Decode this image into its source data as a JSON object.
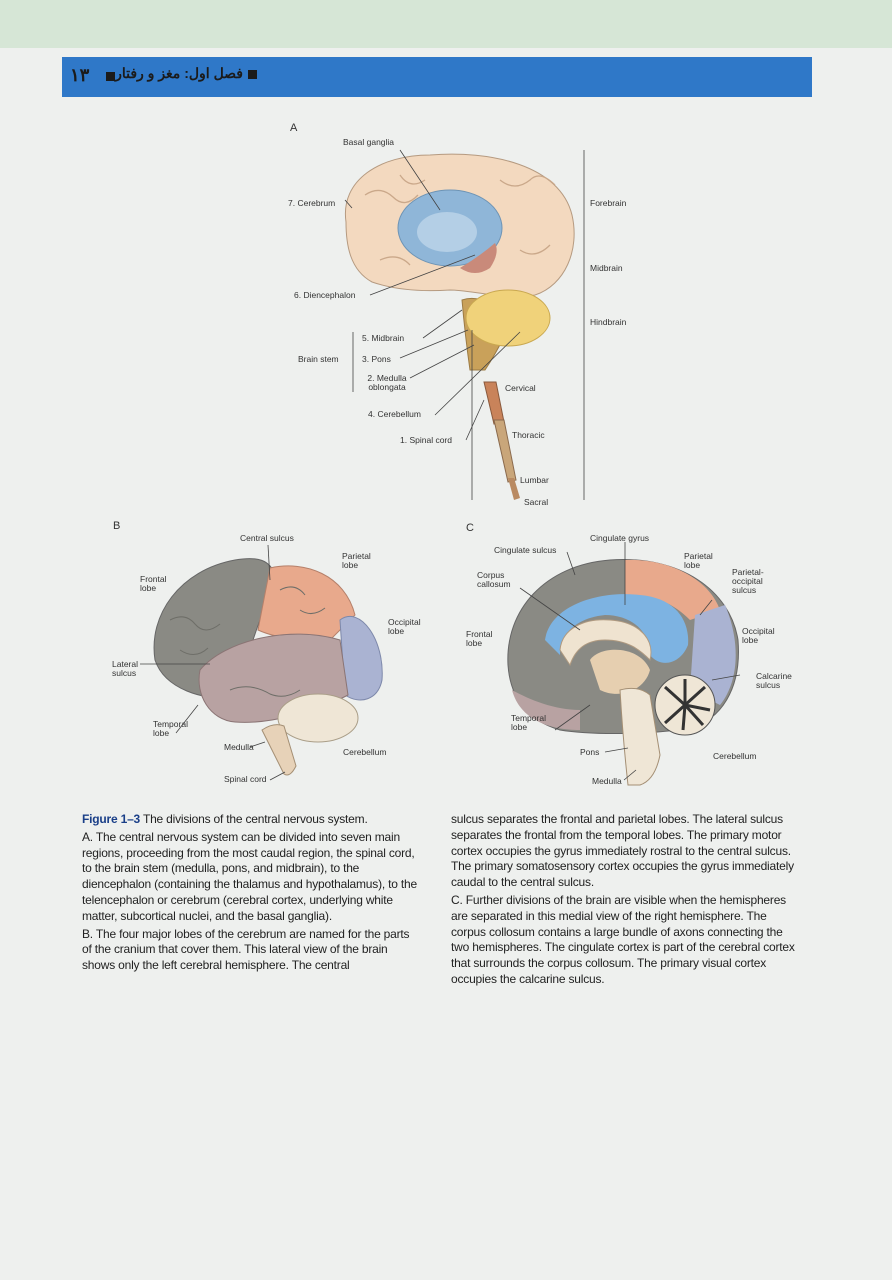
{
  "header": {
    "chapter_title": "فصل اول: مغز و رفتار",
    "page_number": "۱۳"
  },
  "figure": {
    "panel_a": {
      "letter": "A",
      "labels": {
        "basal_ganglia": "Basal ganglia",
        "cerebrum": "7. Cerebrum",
        "diencephalon": "6. Diencephalon",
        "brain_stem": "Brain stem",
        "midbrain": "5. Midbrain",
        "pons": "3. Pons",
        "medulla": "2. Medulla oblongata",
        "cerebellum": "4. Cerebellum",
        "spinal_cord": "1. Spinal cord",
        "forebrain": "Forebrain",
        "midbrain_r": "Midbrain",
        "hindbrain": "Hindbrain",
        "cervical": "Cervical",
        "thoracic": "Thoracic",
        "lumbar": "Lumbar",
        "sacral": "Sacral"
      }
    },
    "panel_b": {
      "letter": "B",
      "labels": {
        "central_sulcus": "Central sulcus",
        "parietal_lobe": "Parietal lobe",
        "frontal_lobe": "Frontal lobe",
        "occipital_lobe": "Occipital lobe",
        "lateral_sulcus": "Lateral sulcus",
        "temporal_lobe": "Temporal lobe",
        "medulla": "Medulla",
        "cerebellum": "Cerebellum",
        "spinal_cord": "Spinal cord"
      }
    },
    "panel_c": {
      "letter": "C",
      "labels": {
        "cingulate_sulcus": "Cingulate sulcus",
        "cingulate_gyrus": "Cingulate gyrus",
        "parietal_lobe": "Parietal lobe",
        "corpus_callosum": "Corpus callosum",
        "parietal_occipital_sulcus": "Parietal-occipital sulcus",
        "frontal_lobe": "Frontal lobe",
        "occipital_lobe": "Occipital lobe",
        "calcarine_sulcus": "Calcarine sulcus",
        "temporal_lobe": "Temporal lobe",
        "pons": "Pons",
        "cerebellum": "Cerebellum",
        "medulla": "Medulla"
      }
    }
  },
  "caption": {
    "figure_number": "Figure 1–3",
    "title": "The divisions of the central nervous system.",
    "para_a": "A. The central nervous system can be divided into seven main regions, proceeding from the most caudal region, the spinal cord, to the brain stem (medulla, pons, and midbrain), to the diencephalon (containing the thalamus and hypothalamus), to the telencephalon or cerebrum (cerebral cortex, underlying white matter, subcortical nuclei, and the basal ganglia).",
    "para_b": "B. The four major lobes of the cerebrum are named for the parts of the cranium that cover them. This lateral view of the brain shows only the left cerebral hemisphere. The central sulcus separates the frontal and parietal lobes. The lateral sulcus separates the frontal from the temporal lobes. The primary motor cortex occupies the gyrus immediately rostral to the central sulcus. The primary somatosensory cortex occupies the gyrus immediately caudal to the central sulcus.",
    "para_c": "C. Further divisions of the brain are visible when the hemispheres are separated in this medial view of the right hemisphere. The corpus collosum contains a large bundle of axons connecting the two hemispheres. The cingulate cortex is part of the cerebral cortex that surrounds the corpus collosum. The primary visual cortex occupies the calcarine sulcus."
  },
  "colors": {
    "header_bar": "#2f78c8",
    "figure_number": "#1a3f88",
    "cerebrum": "#f3d9bf",
    "basal_ganglia": "#8fb6d8",
    "cerebellum": "#f0d27a",
    "frontal_lobe": "#8a8a84",
    "parietal_lobe": "#e8a98c",
    "occipital_lobe": "#aab3d2",
    "temporal_lobe": "#b8a2a2"
  }
}
